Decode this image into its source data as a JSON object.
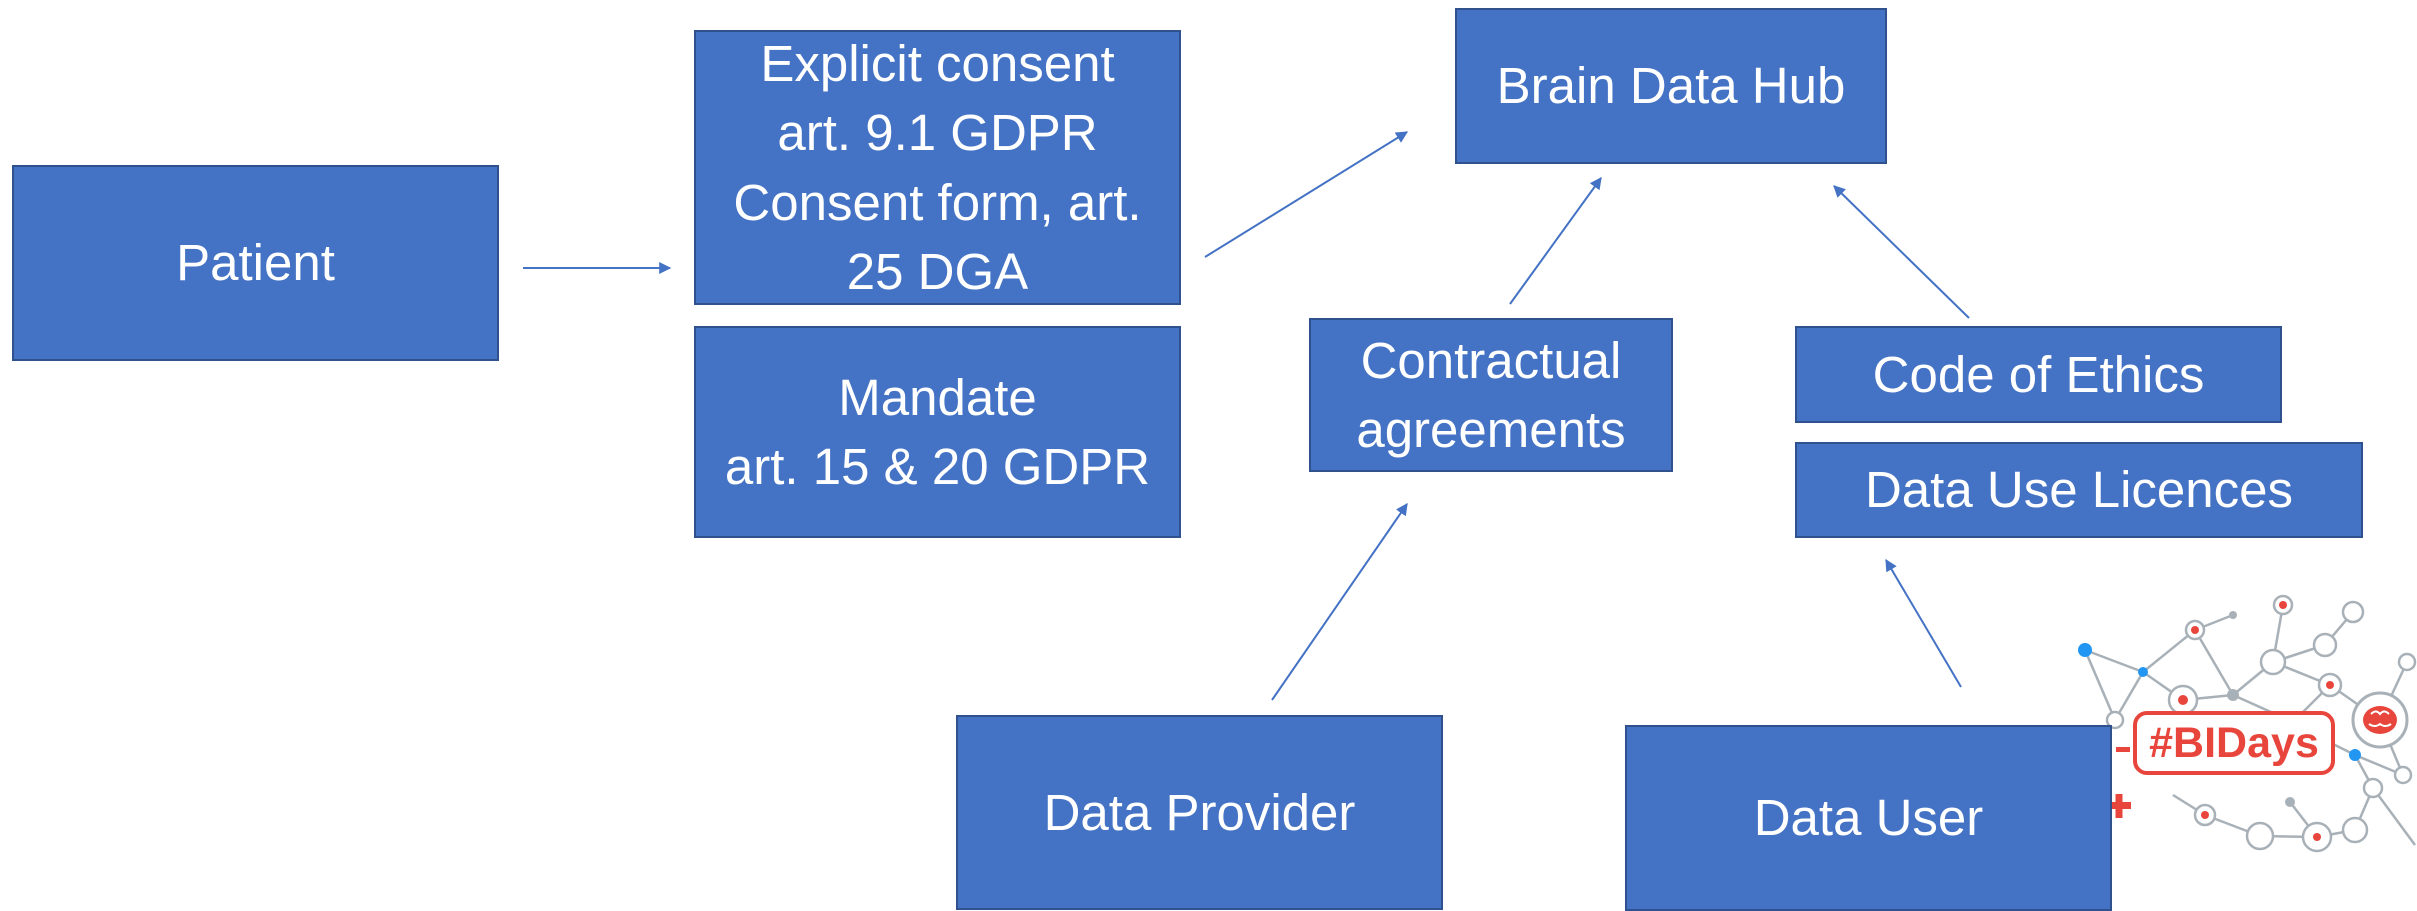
{
  "diagram": {
    "nodes": {
      "patient": {
        "lines": [
          "Patient"
        ]
      },
      "consent": {
        "lines": [
          "Explicit consent",
          "art. 9.1 GDPR",
          "Consent form, art.",
          "25 DGA"
        ]
      },
      "mandate": {
        "lines": [
          "Mandate",
          "art. 15 & 20 GDPR"
        ]
      },
      "hub": {
        "lines": [
          "Brain Data Hub"
        ]
      },
      "contractual": {
        "lines": [
          "Contractual",
          "agreements"
        ]
      },
      "ethics": {
        "lines": [
          "Code of Ethics"
        ]
      },
      "licences": {
        "lines": [
          "Data Use Licences"
        ]
      },
      "provider": {
        "lines": [
          "Data Provider"
        ]
      },
      "user": {
        "lines": [
          "Data User"
        ]
      }
    },
    "edges": [
      {
        "from": "patient",
        "to": "consent"
      },
      {
        "from": "consent",
        "to": "hub"
      },
      {
        "from": "contractual",
        "to": "hub"
      },
      {
        "from": "ethics",
        "to": "hub"
      },
      {
        "from": "provider",
        "to": "contractual"
      },
      {
        "from": "user",
        "to": "licences"
      }
    ],
    "colors": {
      "box_fill": "#4472C4",
      "box_border": "#2F528F",
      "arrow": "#4472C4",
      "text": "#FFFFFF"
    }
  },
  "logo": {
    "hashtag": "#BIDays",
    "colors": {
      "accent": "#E8463C",
      "network": "#A0A8B0",
      "dot_blue": "#2196F3"
    }
  }
}
